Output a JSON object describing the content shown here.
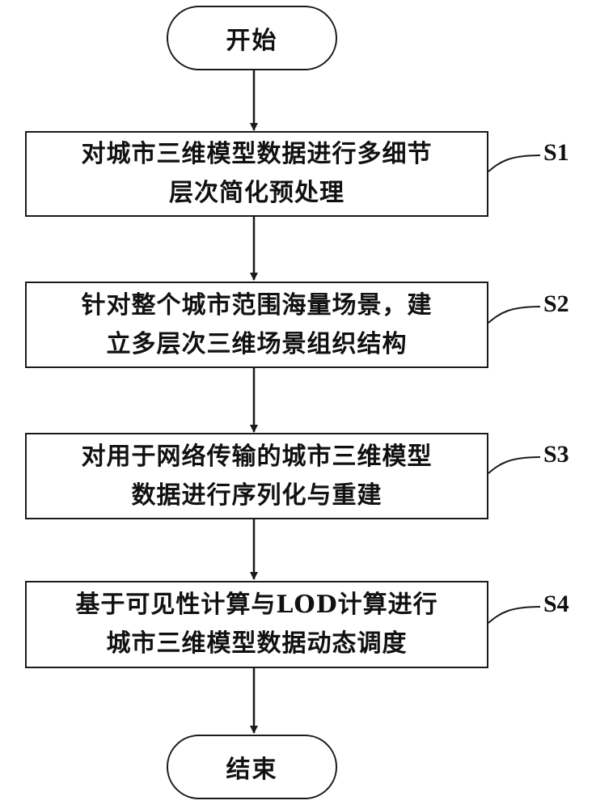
{
  "start": {
    "label": "开始"
  },
  "end": {
    "label": "结束"
  },
  "steps": [
    {
      "id": "S1",
      "line1": "对城市三维模型数据进行多细节",
      "line2": "层次简化预处理"
    },
    {
      "id": "S2",
      "line1": "针对整个城市范围海量场景，建",
      "line2": "立多层次三维场景组织结构"
    },
    {
      "id": "S3",
      "line1": "对用于网络传输的城市三维模型",
      "line2": "数据进行序列化与重建"
    },
    {
      "id": "S4",
      "line1": "基于可见性计算与LOD计算进行",
      "line2": "城市三维模型数据动态调度"
    }
  ]
}
